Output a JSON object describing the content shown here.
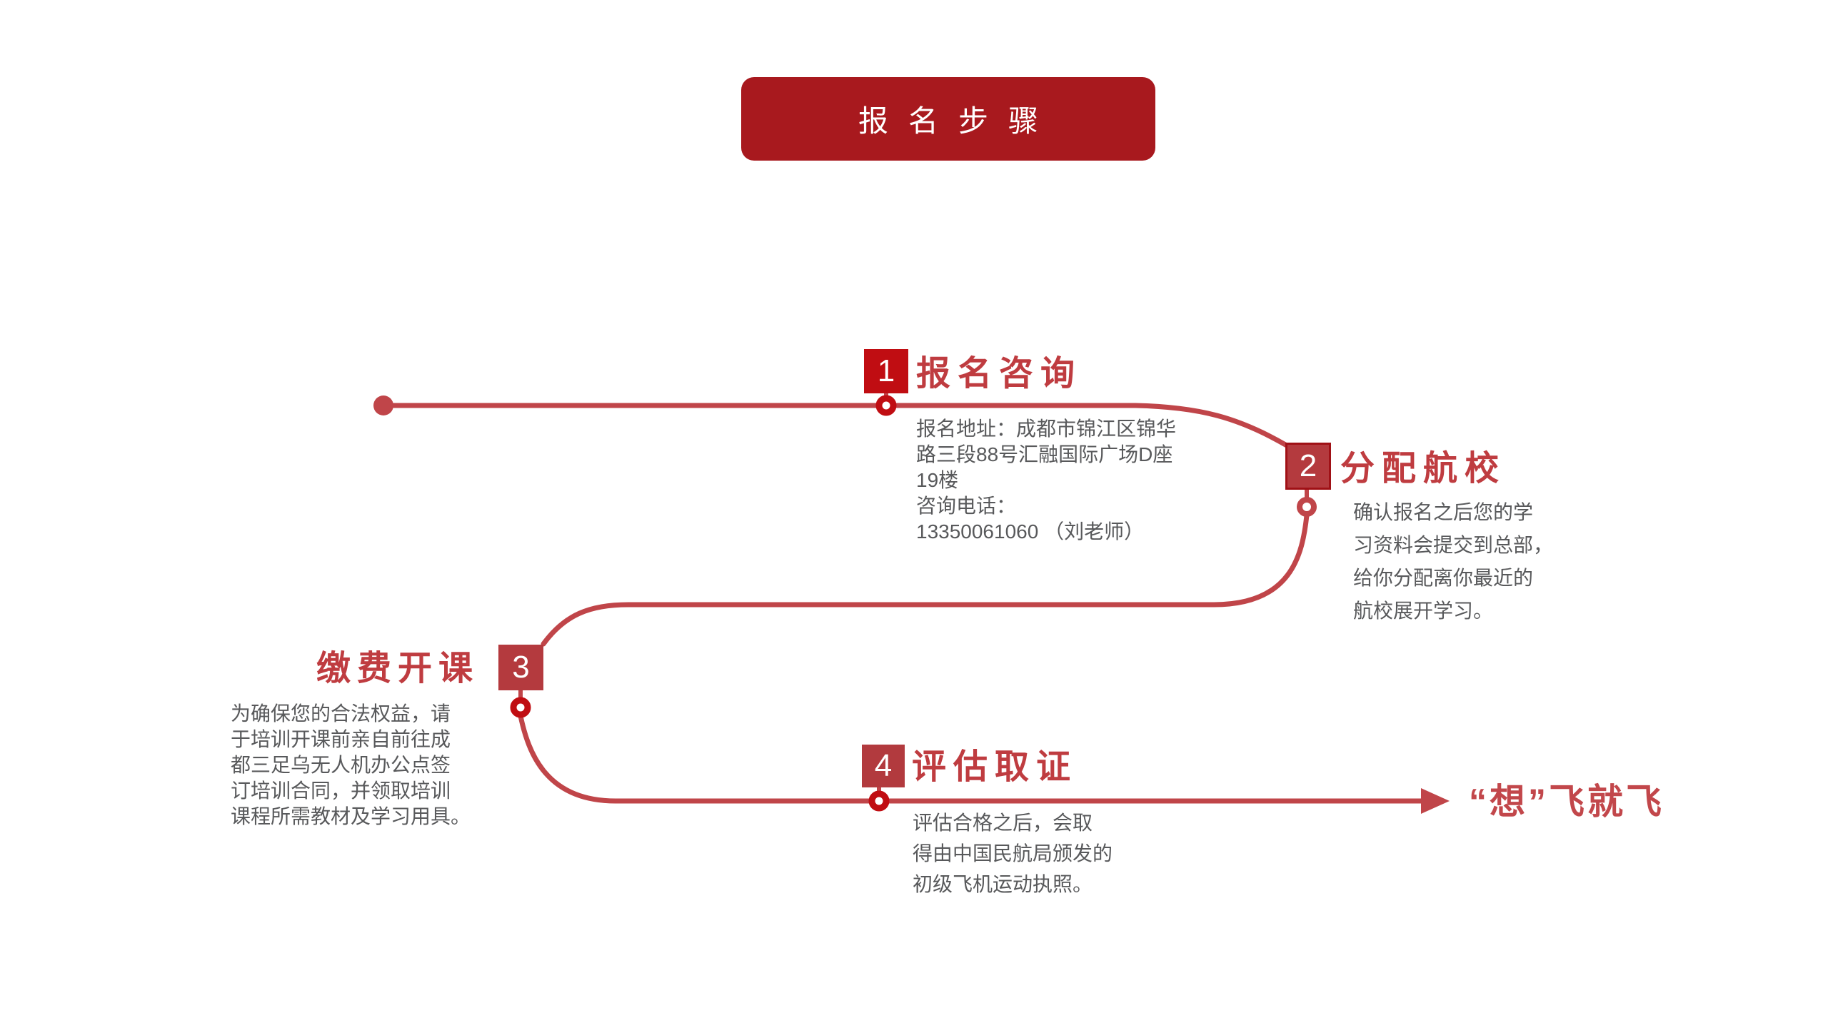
{
  "title": {
    "label": "报名步骤"
  },
  "steps": [
    {
      "number": "1",
      "title": "报名咨询",
      "body": "报名地址：成都市锦江区锦华\n路三段88号汇融国际广场D座\n19楼\n咨询电话：\n13350061060 （刘老师）"
    },
    {
      "number": "2",
      "title": "分配航校",
      "body": "确认报名之后您的学\n习资料会提交到总部，\n给你分配离你最近的\n航校展开学习。"
    },
    {
      "number": "3",
      "title": "缴费开课",
      "body": "为确保您的合法权益，请\n于培训开课前亲自前往成\n都三足乌无人机办公点签\n订培训合同，并领取培训\n课程所需教材及学习用具。"
    },
    {
      "number": "4",
      "title": "评估取证",
      "body": "评估合格之后，会取\n得由中国民航局颁发的\n初级飞机运动执照。"
    }
  ],
  "ending": {
    "label": "“想”飞就飞"
  },
  "colors": {
    "banner_bg": "#a8191e",
    "badge_primary": "#c00d12",
    "badge_fill": "#b43a3e",
    "badge_border": "#a01116",
    "flow_line": "#c04549",
    "ring_dark": "#c00d12",
    "title_text": "#bf3c40",
    "body_text": "#58595b",
    "ending_text": "#c2474b"
  }
}
